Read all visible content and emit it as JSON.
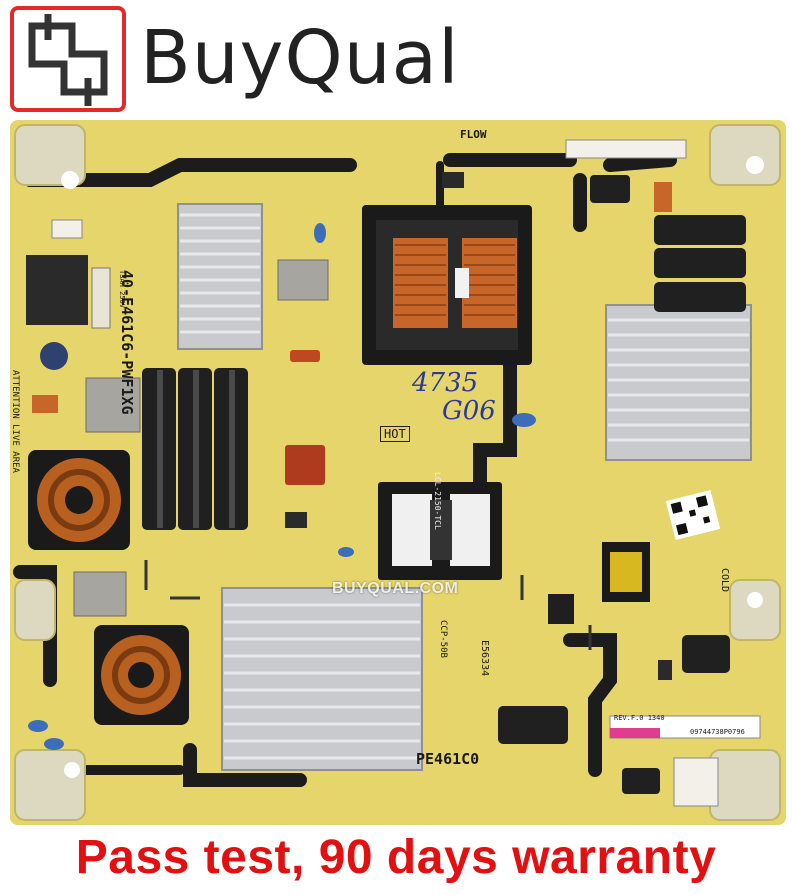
{
  "header": {
    "brand_name": "BuyQual"
  },
  "board": {
    "part_number": "40-E461C6-PWF1XG",
    "model_label": "PE461C0",
    "flow_label": "FLOW",
    "hot_label": "HOT",
    "cold_label": "COLD",
    "attention_label": "ATTENTION LIVE AREA",
    "handwritten_top": "4735",
    "handwritten_bottom": "G06",
    "watermark": "BUYQUAL.COM",
    "transformer_label": "LCL-2150-TCL",
    "ccp_label": "CCP-50B",
    "e_number": "E56334",
    "rev_label": "REV.F.0 1340",
    "serial_number": "09744738P0796",
    "fuse_label": "T3AH 250V"
  },
  "footer": {
    "banner_text": "Pass test, 90 days warranty",
    "banner_color": "#e21010"
  },
  "colors": {
    "board": "#e6d56a",
    "heatsink": "#c9cacd",
    "trace": "#1c1c1c",
    "copper": "#c8662a"
  }
}
